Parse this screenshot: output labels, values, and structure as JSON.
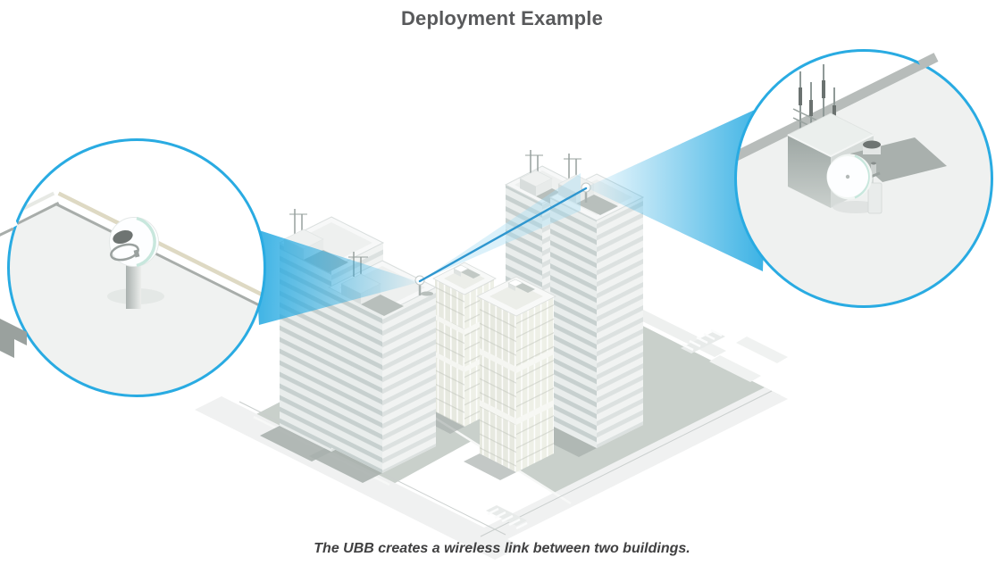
{
  "header": {
    "title": "Deployment Example"
  },
  "footer": {
    "caption": "The UBB creates a wireless link between two buildings."
  },
  "illustration": {
    "callout_left_content": "ubb-radio-on-rooftop-pole-close-up",
    "callout_right_content": "ubb-radio-beside-antenna-mast-close-up",
    "colors": {
      "accent_blue": "#29ABE2",
      "link_line_blue": "#2E96CF",
      "beam_cyan": "#29ABE2",
      "device_rim_mint": "#C8E7DD",
      "parapet_beige": "#DED9C3",
      "building_face_light": "#F1F3F2",
      "building_face_shaded": "#E9EDEC",
      "window_band": "#C7D0CF",
      "glass_face": "#E7E9E0",
      "ground_pad_green": "#C9D0CB",
      "road_gray": "#F0F1F1",
      "shadow_gray": "#A9B0AD",
      "title_text": "#58595B",
      "caption_text": "#404041"
    }
  }
}
